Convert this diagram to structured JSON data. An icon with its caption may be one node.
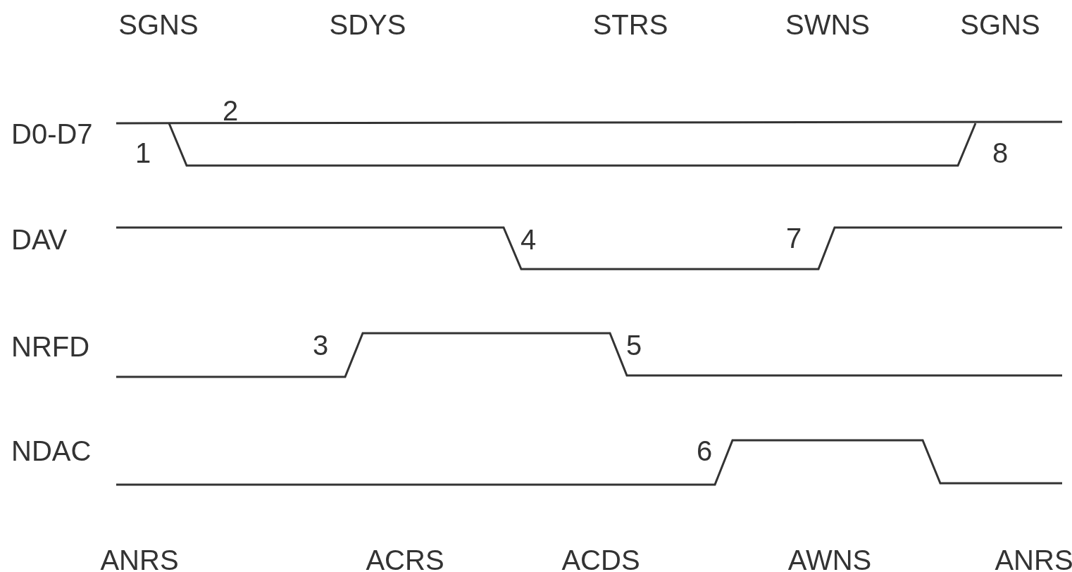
{
  "diagram": {
    "labels": [
      "SGNS",
      "SDYS",
      "STRS",
      "SWNS",
      "SGNS",
      "2",
      "D0-D7",
      "1",
      "8",
      "DAV",
      "4",
      "7",
      "NRFD",
      "3",
      "5",
      "NDAC",
      "6",
      "ANRS",
      "ACRS",
      "ACDS",
      "AWNS",
      "ANRS"
    ]
  }
}
